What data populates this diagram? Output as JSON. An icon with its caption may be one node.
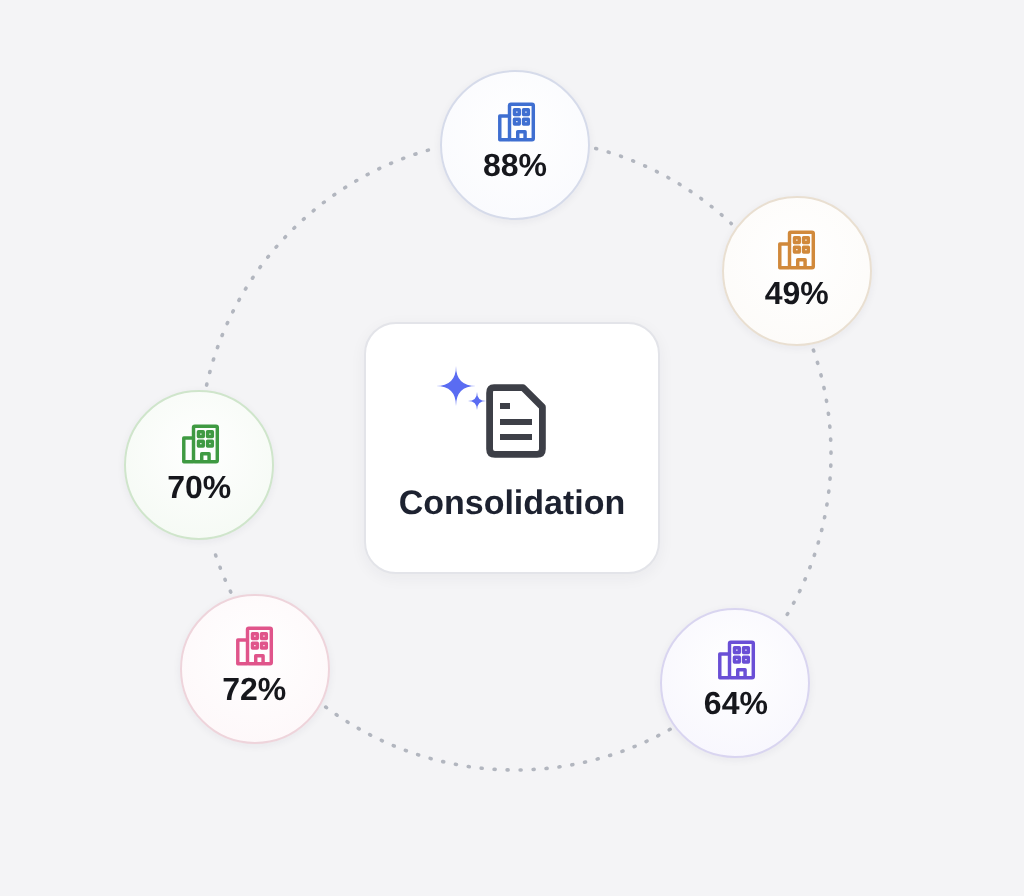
{
  "diagram": {
    "nodes": [
      {
        "text": [
          "88%"
        ]
      },
      {
        "text": [
          "49%"
        ]
      },
      {
        "text": [
          "Consolidation"
        ]
      },
      {
        "text": [
          "70%"
        ]
      },
      {
        "text": [
          "72%"
        ]
      },
      {
        "text": [
          "64%"
        ]
      }
    ],
    "edges": [
      {
        "from": 0,
        "to": 1,
        "arrow": "none",
        "style": "dashed"
      },
      {
        "from": 1,
        "to": 5,
        "arrow": "none",
        "style": "dashed"
      },
      {
        "from": 5,
        "to": 4,
        "arrow": "none",
        "style": "dashed"
      },
      {
        "from": 4,
        "to": 3,
        "arrow": "none",
        "style": "dashed"
      },
      {
        "from": 3,
        "to": 0,
        "arrow": "none",
        "style": "dashed"
      }
    ]
  }
}
